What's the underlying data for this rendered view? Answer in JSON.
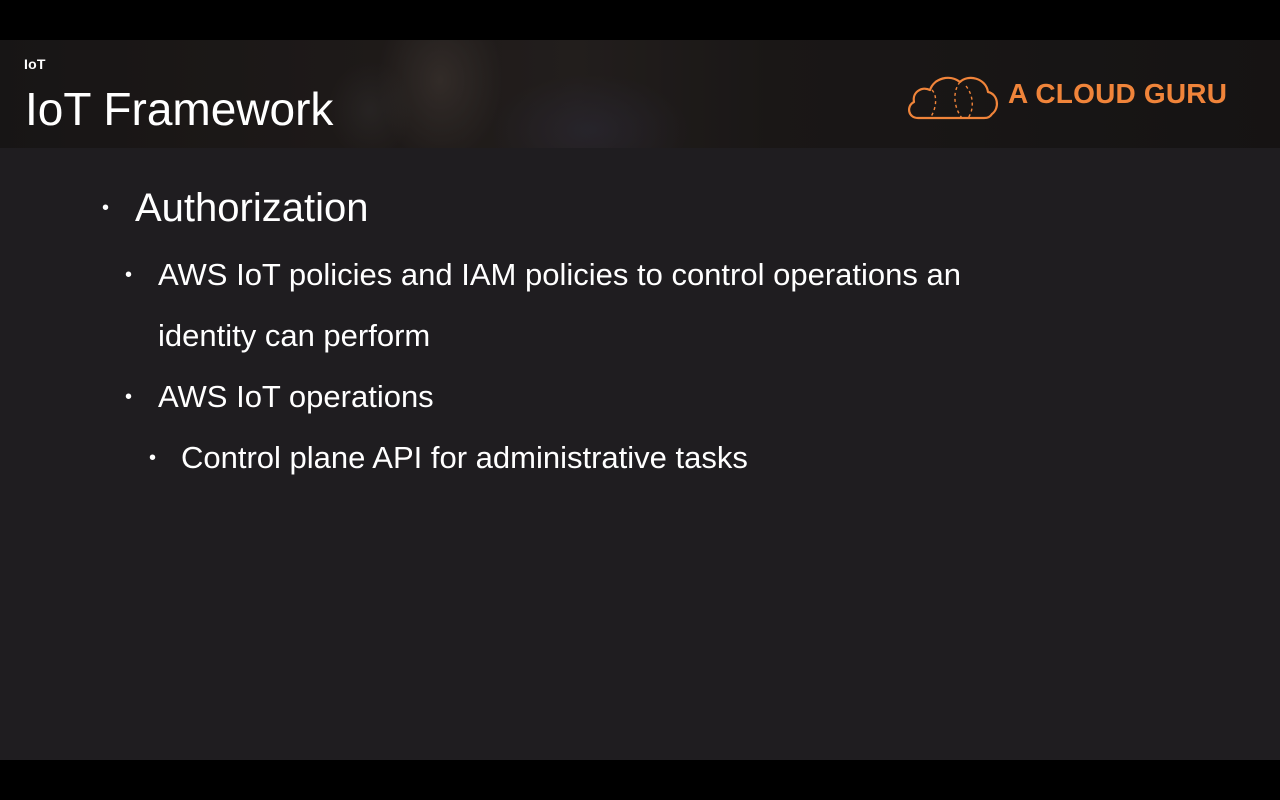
{
  "slide": {
    "section_label": "IoT",
    "title": "IoT Framework",
    "logo": {
      "text": "A CLOUD GURU",
      "icon": "cloud-logo-icon",
      "color": "#f0843a"
    },
    "bullets": [
      {
        "level": 1,
        "text": "Authorization"
      },
      {
        "level": 2,
        "text": "AWS IoT policies and IAM policies to control operations an",
        "continuation": "identity can perform"
      },
      {
        "level": 2,
        "text": "AWS IoT operations"
      },
      {
        "level": 3,
        "text": "Control plane API for administrative tasks"
      }
    ],
    "bullet_glyph": "•",
    "colors": {
      "background": "#1f1d20",
      "text": "#ffffff",
      "accent": "#f0843a"
    }
  }
}
